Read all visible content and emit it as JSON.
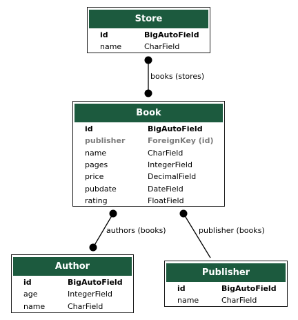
{
  "models": {
    "store": {
      "title": "Store",
      "fields": [
        {
          "name": "id",
          "type": "BigAutoField"
        },
        {
          "name": "name",
          "type": "CharField"
        }
      ]
    },
    "book": {
      "title": "Book",
      "fields": [
        {
          "name": "id",
          "type": "BigAutoField"
        },
        {
          "name": "publisher",
          "type": "ForeignKey (id)"
        },
        {
          "name": "name",
          "type": "CharField"
        },
        {
          "name": "pages",
          "type": "IntegerField"
        },
        {
          "name": "price",
          "type": "DecimalField"
        },
        {
          "name": "pubdate",
          "type": "DateField"
        },
        {
          "name": "rating",
          "type": "FloatField"
        }
      ]
    },
    "author": {
      "title": "Author",
      "fields": [
        {
          "name": "id",
          "type": "BigAutoField"
        },
        {
          "name": "age",
          "type": "IntegerField"
        },
        {
          "name": "name",
          "type": "CharField"
        }
      ]
    },
    "publisher": {
      "title": "Publisher",
      "fields": [
        {
          "name": "id",
          "type": "BigAutoField"
        },
        {
          "name": "name",
          "type": "CharField"
        }
      ]
    }
  },
  "relations": {
    "book_stores": "books (stores)",
    "book_authors": "authors (books)",
    "book_publisher": "publisher (books)"
  },
  "colors": {
    "header_background": "#1c5a3e",
    "header_text": "#ffffff",
    "foreign_key_text": "#7b7b7b",
    "border": "#1a1a1a"
  }
}
